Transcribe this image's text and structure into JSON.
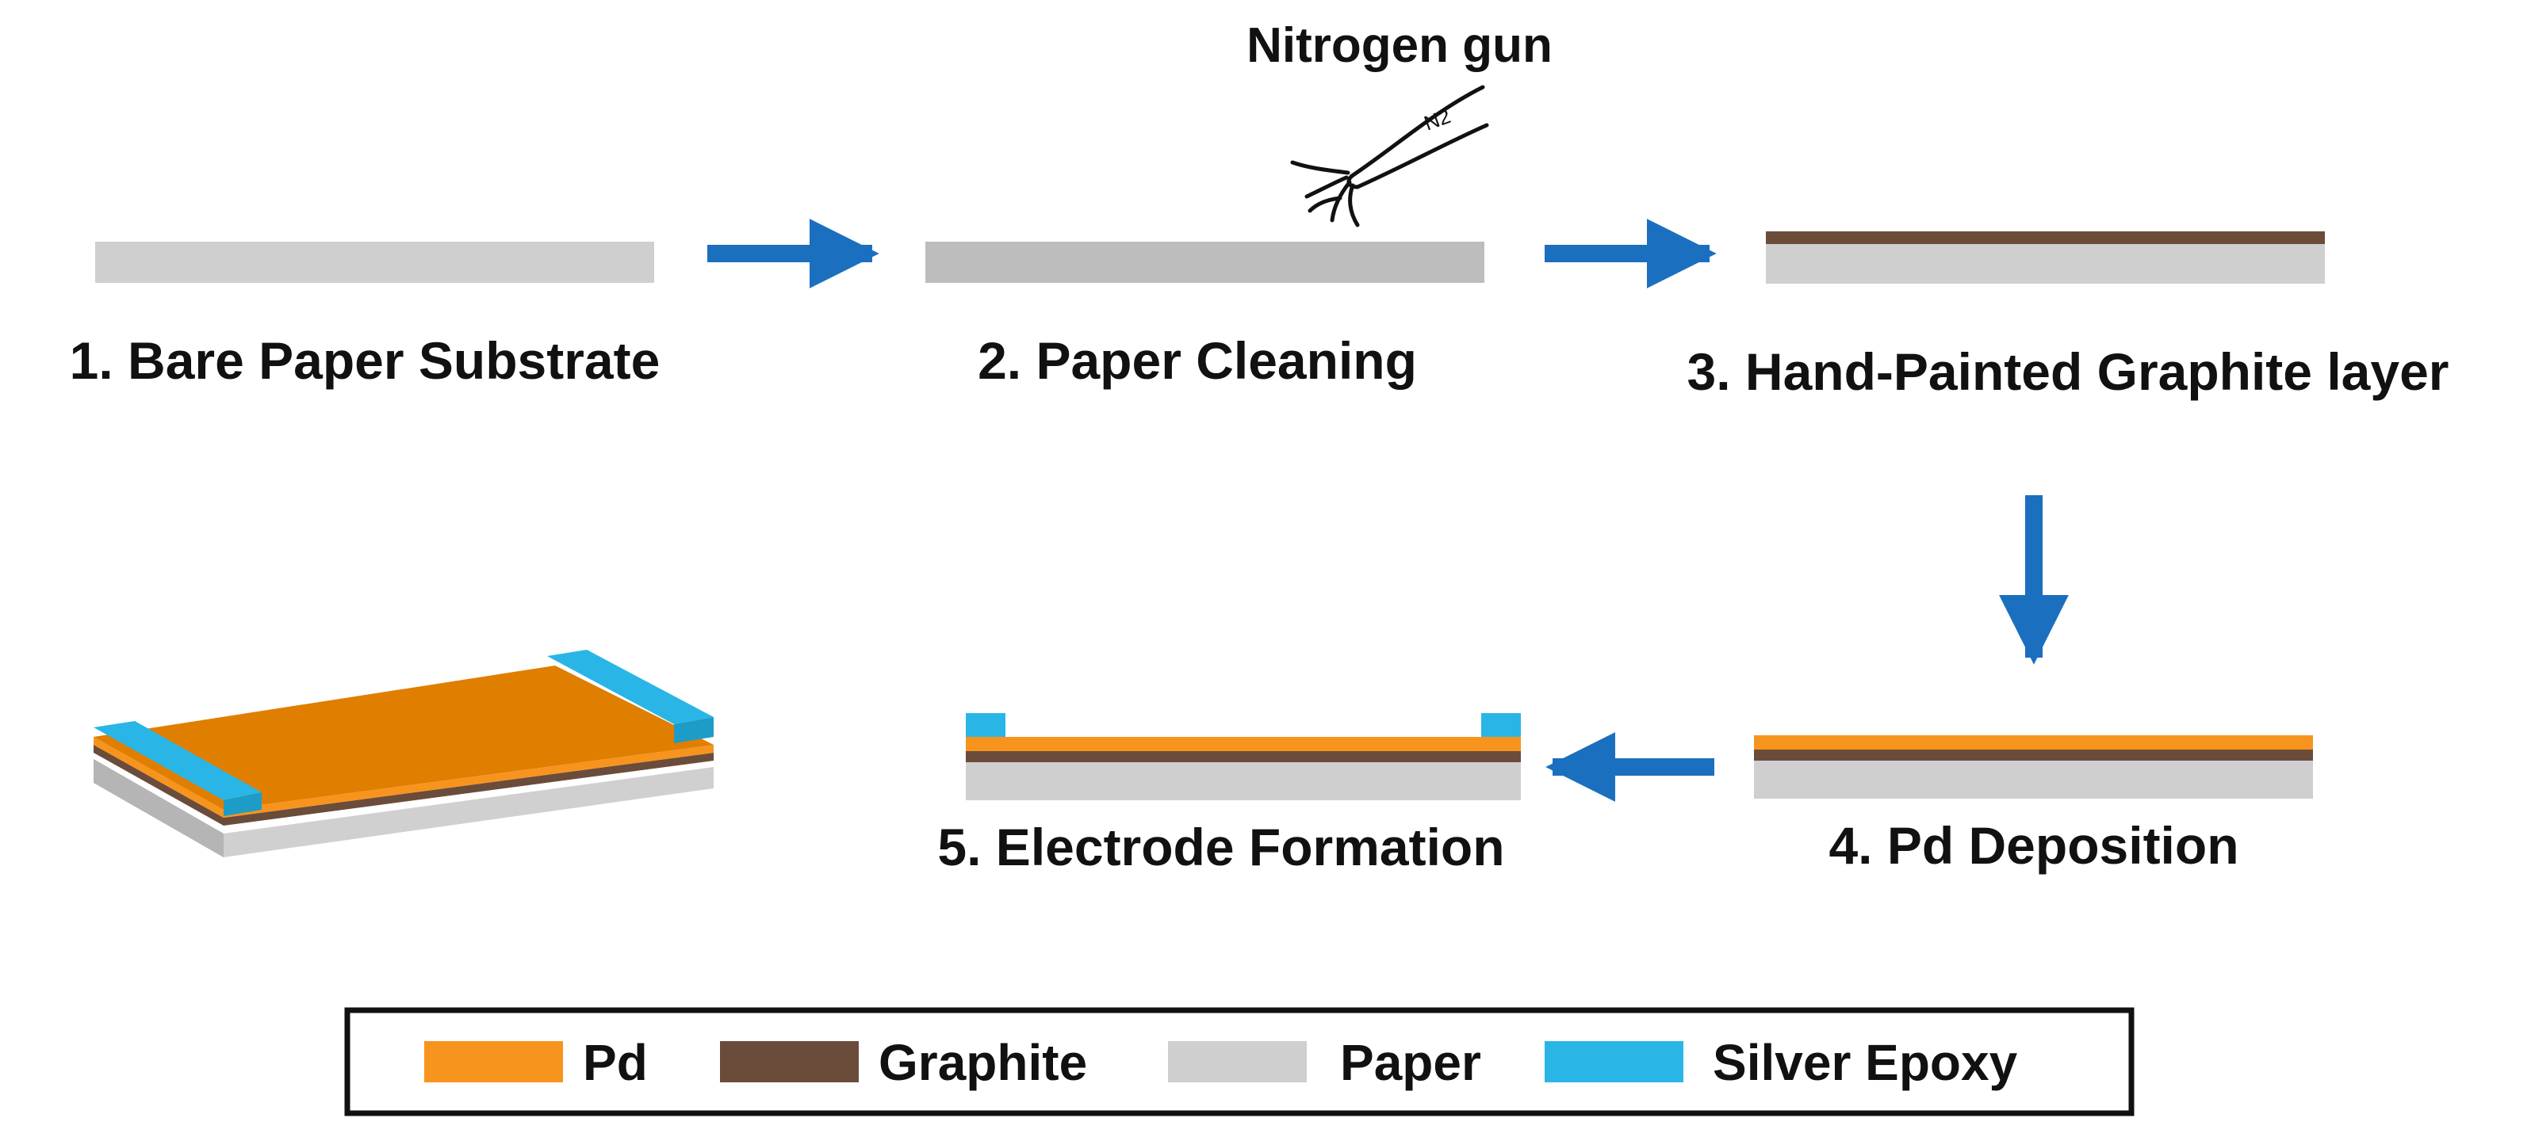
{
  "steps": [
    {
      "label": "1. Bare Paper Substrate"
    },
    {
      "label": "2. Paper Cleaning"
    },
    {
      "label": "3. Hand-Painted Graphite layer"
    },
    {
      "label": "4. Pd Deposition"
    },
    {
      "label": "5. Electrode Formation"
    }
  ],
  "annotation": {
    "label": "Nitrogen gun",
    "gas_label": "N2"
  },
  "legend": [
    {
      "label": "Pd",
      "color": "#F7941D"
    },
    {
      "label": "Graphite",
      "color": "#6B4C3B"
    },
    {
      "label": "Paper",
      "color": "#CFCFCF"
    },
    {
      "label": "Silver Epoxy",
      "color": "#29B6E6"
    }
  ],
  "colors": {
    "arrow": "#1B6FBF",
    "pd": "#F7941D",
    "pd_top_3d": "#E07E00",
    "graphite": "#6B4C3B",
    "paper": "#CFCFCF",
    "paper_dark": "#BDBDBD",
    "epoxy": "#29B6E6"
  }
}
